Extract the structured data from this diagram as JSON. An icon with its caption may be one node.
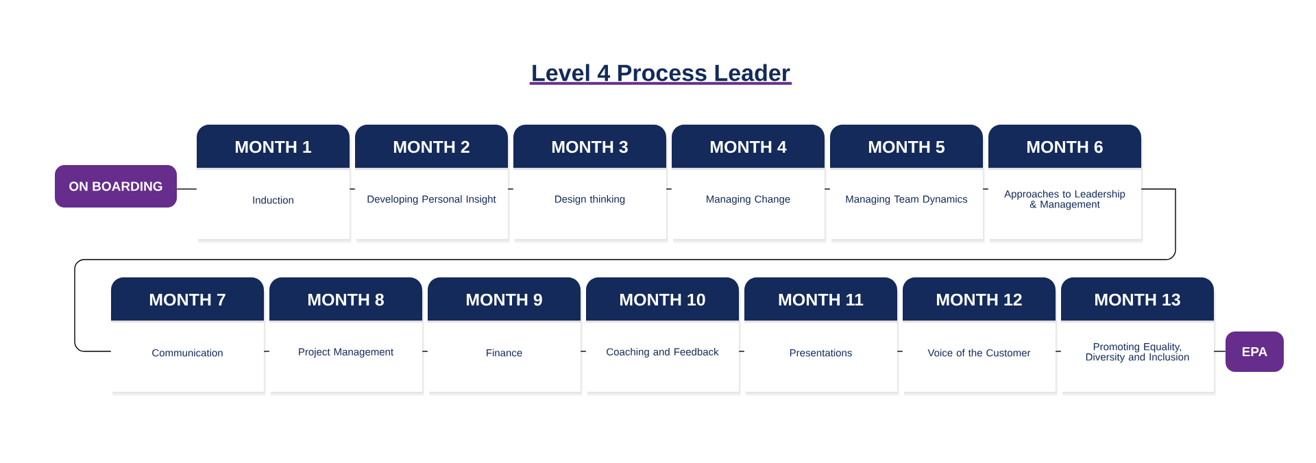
{
  "diagram": {
    "title": "Level 4 Process Leader",
    "nodes": [
      {
        "text": [
          "ON BOARDING"
        ]
      },
      {
        "text": [
          "MONTH 1",
          "Induction"
        ]
      },
      {
        "text": [
          "MONTH 2",
          "Developing Personal Insight"
        ]
      },
      {
        "text": [
          "MONTH 3",
          "Design thinking"
        ]
      },
      {
        "text": [
          "MONTH 4",
          "Managing Change"
        ]
      },
      {
        "text": [
          "MONTH 5",
          "Managing Team Dynamics"
        ]
      },
      {
        "text": [
          "MONTH 6",
          "Approaches to Leadership & Management"
        ]
      },
      {
        "text": [
          "MONTH 7",
          "Communication"
        ]
      },
      {
        "text": [
          "MONTH 8",
          "Project Management"
        ]
      },
      {
        "text": [
          "MONTH 9",
          "Finance"
        ]
      },
      {
        "text": [
          "MONTH 10",
          "Coaching and Feedback"
        ]
      },
      {
        "text": [
          "MONTH 11",
          "Presentations"
        ]
      },
      {
        "text": [
          "MONTH 12",
          "Voice of the Customer"
        ]
      },
      {
        "text": [
          "MONTH 13",
          "Promoting Equality, Diversity and Inclusion"
        ]
      },
      {
        "text": [
          "EPA"
        ]
      }
    ],
    "edges": [
      {
        "from": 0,
        "to": 1,
        "arrow": "none"
      },
      {
        "from": 1,
        "to": 2,
        "arrow": "none"
      },
      {
        "from": 2,
        "to": 3,
        "arrow": "none"
      },
      {
        "from": 3,
        "to": 4,
        "arrow": "none"
      },
      {
        "from": 4,
        "to": 5,
        "arrow": "none"
      },
      {
        "from": 5,
        "to": 6,
        "arrow": "none"
      },
      {
        "from": 6,
        "to": 7,
        "arrow": "none"
      },
      {
        "from": 7,
        "to": 8,
        "arrow": "none"
      },
      {
        "from": 8,
        "to": 9,
        "arrow": "none"
      },
      {
        "from": 9,
        "to": 10,
        "arrow": "none"
      },
      {
        "from": 10,
        "to": 11,
        "arrow": "none"
      },
      {
        "from": 11,
        "to": 12,
        "arrow": "none"
      },
      {
        "from": 12,
        "to": 13,
        "arrow": "none"
      },
      {
        "from": 13,
        "to": 14,
        "arrow": "none"
      }
    ]
  }
}
